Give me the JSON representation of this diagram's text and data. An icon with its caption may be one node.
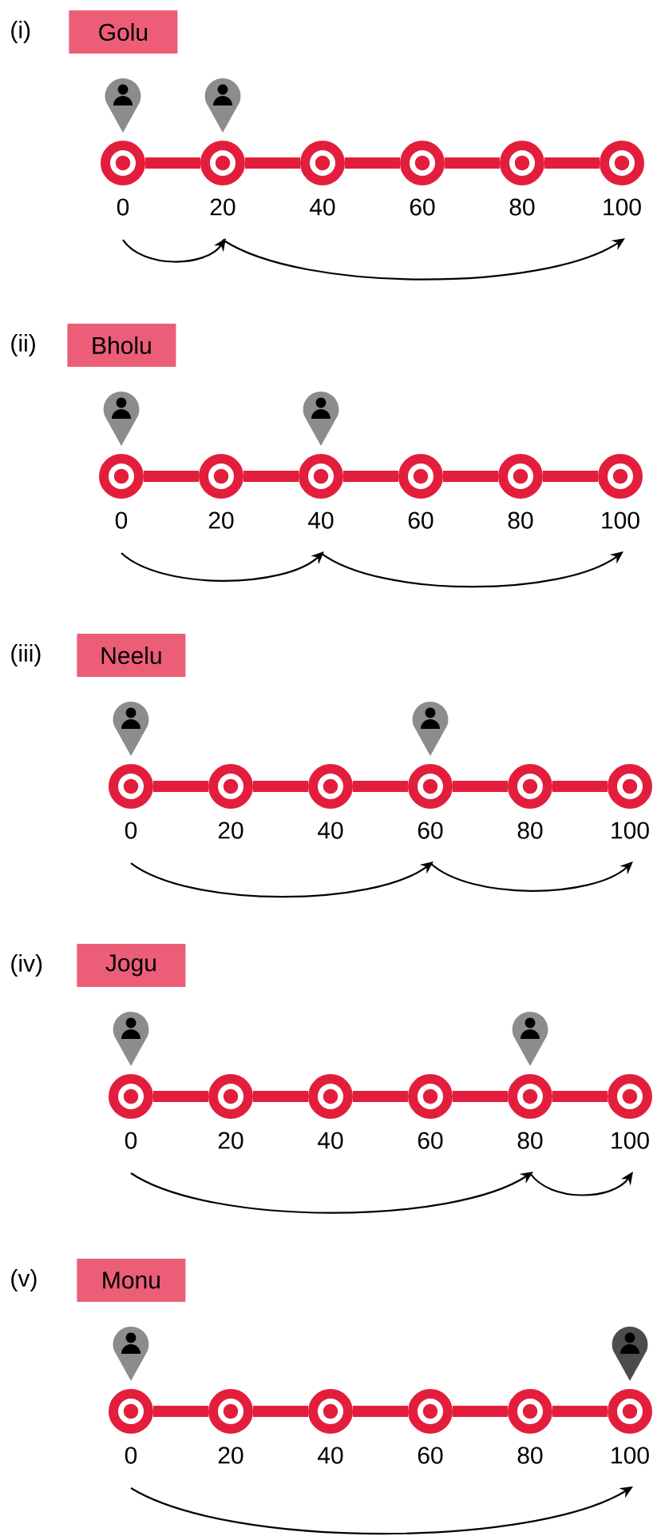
{
  "diagram": {
    "nodes": [
      {
        "text": [
          "Golu"
        ]
      },
      {
        "text": [],
        "shape": "circle",
        "beside": [
          "0"
        ]
      },
      {
        "text": [],
        "shape": "circle",
        "beside": [
          "20"
        ]
      },
      {
        "text": [],
        "shape": "circle",
        "beside": [
          "40"
        ]
      },
      {
        "text": [],
        "shape": "circle",
        "beside": [
          "60"
        ]
      },
      {
        "text": [],
        "shape": "circle",
        "beside": [
          "80"
        ]
      },
      {
        "text": [],
        "shape": "circle",
        "beside": [
          "100"
        ]
      },
      {
        "text": [
          "Bholu"
        ]
      },
      {
        "text": [],
        "shape": "circle",
        "beside": [
          "0"
        ]
      },
      {
        "text": [],
        "shape": "circle",
        "beside": [
          "20"
        ]
      },
      {
        "text": [],
        "shape": "circle",
        "beside": [
          "40"
        ]
      },
      {
        "text": [],
        "shape": "circle",
        "beside": [
          "60"
        ]
      },
      {
        "text": [],
        "shape": "circle",
        "beside": [
          "80"
        ]
      },
      {
        "text": [],
        "shape": "circle",
        "beside": [
          "100"
        ]
      },
      {
        "text": [
          "Neelu"
        ]
      },
      {
        "text": [],
        "shape": "circle",
        "beside": [
          "0"
        ]
      },
      {
        "text": [],
        "shape": "circle",
        "beside": [
          "20"
        ]
      },
      {
        "text": [],
        "shape": "circle",
        "beside": [
          "40"
        ]
      },
      {
        "text": [],
        "shape": "circle",
        "beside": [
          "60"
        ]
      },
      {
        "text": [],
        "shape": "circle",
        "beside": [
          "80"
        ]
      },
      {
        "text": [],
        "shape": "circle",
        "beside": [
          "100"
        ]
      },
      {
        "text": [
          "Jogu"
        ]
      },
      {
        "text": [],
        "shape": "circle",
        "beside": [
          "0"
        ]
      },
      {
        "text": [],
        "shape": "circle",
        "beside": [
          "20"
        ]
      },
      {
        "text": [],
        "shape": "circle",
        "beside": [
          "40"
        ]
      },
      {
        "text": [],
        "shape": "circle",
        "beside": [
          "60"
        ]
      },
      {
        "text": [],
        "shape": "circle",
        "beside": [
          "80"
        ]
      },
      {
        "text": [],
        "shape": "circle",
        "beside": [
          "100"
        ]
      },
      {
        "text": [
          "Monu"
        ]
      },
      {
        "text": [],
        "shape": "circle",
        "beside": [
          "0"
        ]
      },
      {
        "text": [],
        "shape": "circle",
        "beside": [
          "20"
        ]
      },
      {
        "text": [],
        "shape": "circle",
        "beside": [
          "40"
        ]
      },
      {
        "text": [],
        "shape": "circle",
        "beside": [
          "60"
        ]
      },
      {
        "text": [],
        "shape": "circle",
        "beside": [
          "80"
        ]
      },
      {
        "text": [],
        "shape": "circle",
        "beside": [
          "100"
        ]
      }
    ],
    "edges": [
      {
        "from": 1,
        "to": 2,
        "arrow": "to",
        "color": "#000000"
      },
      {
        "from": 2,
        "to": 6,
        "arrow": "to",
        "color": "#000000"
      },
      {
        "from": 8,
        "to": 10,
        "arrow": "to",
        "color": "#000000"
      },
      {
        "from": 10,
        "to": 13,
        "arrow": "to",
        "color": "#000000"
      },
      {
        "from": 15,
        "to": 18,
        "arrow": "to",
        "color": "#000000"
      },
      {
        "from": 18,
        "to": 20,
        "arrow": "to",
        "color": "#000000"
      },
      {
        "from": 22,
        "to": 26,
        "arrow": "to",
        "color": "#000000"
      },
      {
        "from": 26,
        "to": 27,
        "arrow": "to",
        "color": "#000000"
      },
      {
        "from": 29,
        "to": 34,
        "arrow": "to",
        "color": "#000000"
      },
      {
        "from": 1,
        "to": 2,
        "arrow": "none"
      },
      {
        "from": 2,
        "to": 3,
        "arrow": "none"
      },
      {
        "from": 3,
        "to": 4,
        "arrow": "none"
      },
      {
        "from": 4,
        "to": 5,
        "arrow": "none"
      },
      {
        "from": 5,
        "to": 6,
        "arrow": "none"
      },
      {
        "from": 8,
        "to": 9,
        "arrow": "none"
      },
      {
        "from": 9,
        "to": 10,
        "arrow": "none"
      },
      {
        "from": 10,
        "to": 11,
        "arrow": "none"
      },
      {
        "from": 11,
        "to": 12,
        "arrow": "none"
      },
      {
        "from": 12,
        "to": 13,
        "arrow": "none"
      },
      {
        "from": 15,
        "to": 16,
        "arrow": "none"
      },
      {
        "from": 16,
        "to": 17,
        "arrow": "none"
      },
      {
        "from": 17,
        "to": 18,
        "arrow": "none"
      },
      {
        "from": 18,
        "to": 19,
        "arrow": "none"
      },
      {
        "from": 19,
        "to": 20,
        "arrow": "none"
      },
      {
        "from": 22,
        "to": 23,
        "arrow": "none"
      },
      {
        "from": 23,
        "to": 24,
        "arrow": "none"
      },
      {
        "from": 24,
        "to": 25,
        "arrow": "none"
      },
      {
        "from": 25,
        "to": 26,
        "arrow": "none"
      },
      {
        "from": 26,
        "to": 27,
        "arrow": "none"
      },
      {
        "from": 29,
        "to": 30,
        "arrow": "none"
      },
      {
        "from": 30,
        "to": 31,
        "arrow": "none"
      },
      {
        "from": 31,
        "to": 32,
        "arrow": "none"
      },
      {
        "from": 32,
        "to": 33,
        "arrow": "none"
      },
      {
        "from": 33,
        "to": 34,
        "arrow": "none"
      }
    ],
    "labels": [
      "(i)",
      "(ii)",
      "(iii)",
      "(iv)",
      "(v)"
    ]
  }
}
